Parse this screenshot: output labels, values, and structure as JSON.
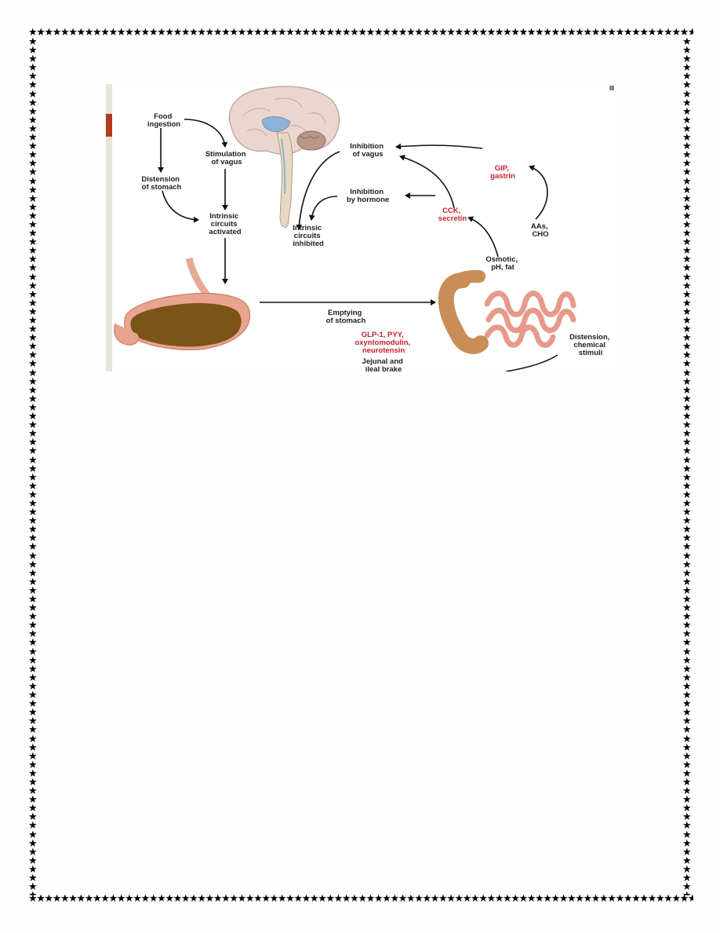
{
  "border": {
    "glyph": "★"
  },
  "diagram": {
    "labels": {
      "food_ingestion": [
        "Food",
        "ingestion"
      ],
      "stimulation_of_vagus": [
        "Stimulation",
        "of vagus"
      ],
      "distension_of_stomach": [
        "Distension",
        "of stomach"
      ],
      "intrinsic_circuits_activated": [
        "Intrinsic",
        "circuits",
        "activated"
      ],
      "inhibition_of_vagus": [
        "Inhibition",
        "of vagus"
      ],
      "inhibition_by_hormone": [
        "Inhibition",
        "by hormone"
      ],
      "intrinsic_circuits_inhibited": [
        "Intrinsic",
        "circuits",
        "inhibited"
      ],
      "gip_gastrin": [
        "GIP,",
        "gastrin"
      ],
      "cck_secretin": [
        "CCK,",
        "secretin"
      ],
      "aas_cho": [
        "AAs,",
        "CHO"
      ],
      "osmotic_ph_fat": [
        "Osmotic,",
        "pH, fat"
      ],
      "emptying_of_stomach": [
        "Emptying",
        "of stomach"
      ],
      "glp1_group": [
        "GLP-1, PYY,",
        "oxyntomodulin,",
        "neurotensin"
      ],
      "jejunal_ileal_brake": [
        "Jejunal and",
        "ileal brake"
      ],
      "distension_chemical_stimuli": [
        "Distension,",
        "chemical",
        "stimuli"
      ]
    },
    "colors": {
      "label_text": "#1d1d1d",
      "hormone_text": "#c4202b",
      "arrow": "#111111",
      "stomach_wall": "#e8a48e",
      "stomach_content": "#7a5418",
      "intestine": "#e79a8c",
      "colon": "#c98e55",
      "brain": "#ead6cf",
      "brainstem_blue": "#8fb3d8"
    }
  }
}
